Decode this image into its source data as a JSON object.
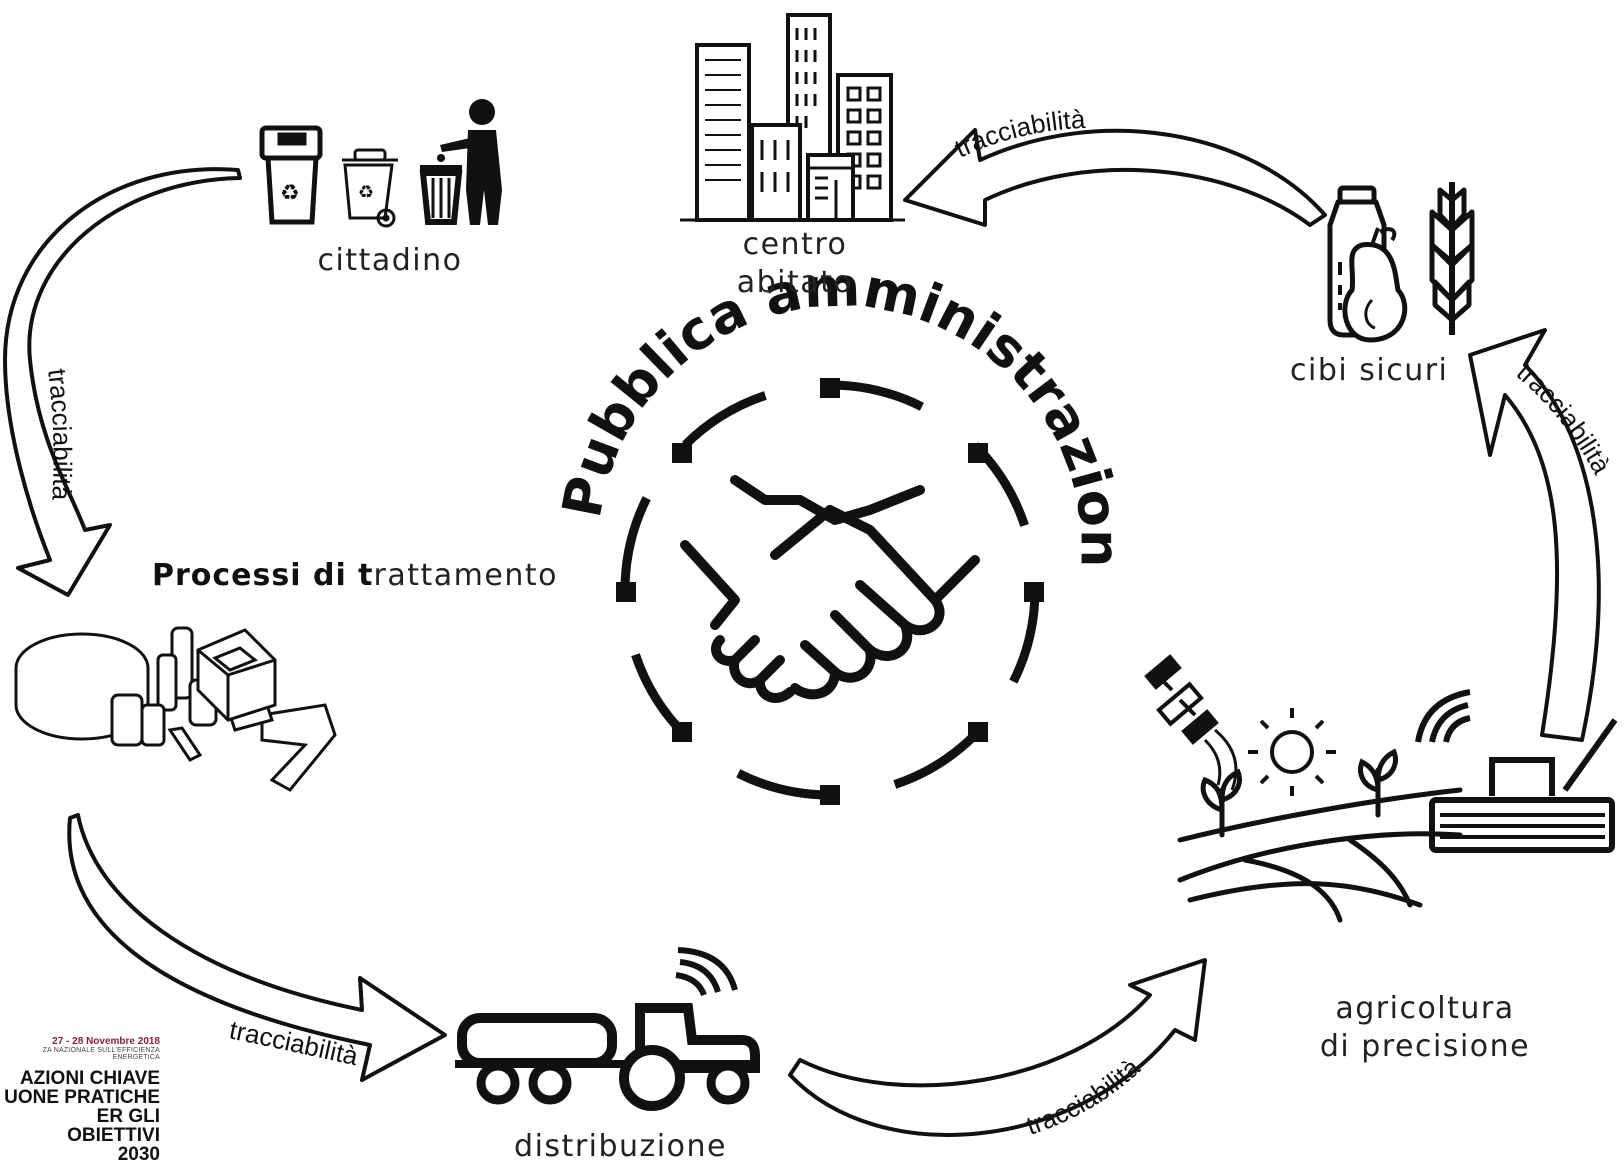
{
  "center": {
    "title": "Pubblica amministrazione"
  },
  "nodes": {
    "cittadino": "cittadino",
    "centro_line1": "centro",
    "centro_line2": "abitato",
    "cibi": "cibi sicuri",
    "processi_bold": "Processi di t",
    "processi_rest": "rattamento",
    "agricoltura_line1": "agricoltura",
    "agricoltura_line2": "di precisione",
    "distribuzione": "distribuzione"
  },
  "arrows": {
    "top": "tracciabilità",
    "left": "tracciabilità",
    "right": "tracciabilità",
    "bottom_left": "tracciabilità",
    "bottom_right": "tracciabilità"
  },
  "event": {
    "dates": "27 - 28 Novembre 2018",
    "conference": "ZA NAZIONALE SULL'EFFICIENZA ENERGETICA",
    "line1": "AZIONI CHIAVE",
    "line2": "UONE PRATICHE",
    "line3": "ER GLI OBIETTIVI",
    "line4": "2030"
  },
  "icons": [
    "recycle-bin-icon",
    "wheelie-bin-icon",
    "person-trash-icon",
    "city-buildings-icon",
    "food-bottle-pear-wheat-icon",
    "handshake-icon",
    "treatment-plant-icon",
    "tanker-truck-icon",
    "satellite-icon",
    "sun-icon",
    "field-plants-icon",
    "harvester-icon",
    "wifi-signal-icon"
  ],
  "colors": {
    "ink": "#111111",
    "event_accent": "#8b1e3f"
  }
}
